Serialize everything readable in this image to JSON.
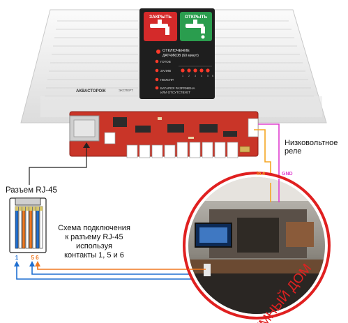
{
  "device": {
    "brand": "АКВАСТОРОЖ",
    "model": "ЭКСПЕРТ",
    "close_label": "ЗАКРЫТЬ",
    "open_label": "ОТКРЫТЬ",
    "sensor_disable_line1": "ОТКЛЮЧЕНИЕ",
    "sensor_disable_line2": "ДАТЧИКОВ (60 минут)",
    "ready_label": "ГОТОВ",
    "leak_label": "ЗАЛИВ",
    "fault_label": "НЕИСПР.",
    "battery_line1": "БАТАРЕЯ РАЗРЯЖЕНА",
    "battery_line2": "ИЛИ ОТСУТСТВУЕТ",
    "zone_numbers": [
      "1",
      "2",
      "3",
      "4",
      "5",
      "6"
    ],
    "colors": {
      "body": "#f2f2f2",
      "panel": "#1e1e1e",
      "close_button": "#d42a2a",
      "open_button": "#2a9d4e",
      "board": "#c93528"
    }
  },
  "labels": {
    "rj45_title": "Разъем RJ-45",
    "relay_line1": "Низковольтное",
    "relay_line2": "реле",
    "in4": "in 4",
    "gnd": "GND",
    "scheme_line1": "Схема подключения",
    "scheme_line2": "к разъему RJ-45",
    "scheme_line3": "используя",
    "scheme_line4": "контакты 1, 5 и 6",
    "pin_1": "1",
    "pins_56": "5 6",
    "smart_home": "УМНЫЙ ДОМ"
  },
  "wire_colors": {
    "in4": "#f5a623",
    "gnd": "#e040d0",
    "pin1": "#1f6fd1",
    "pin5": "#1f6fd1",
    "pin6": "#f07820"
  }
}
